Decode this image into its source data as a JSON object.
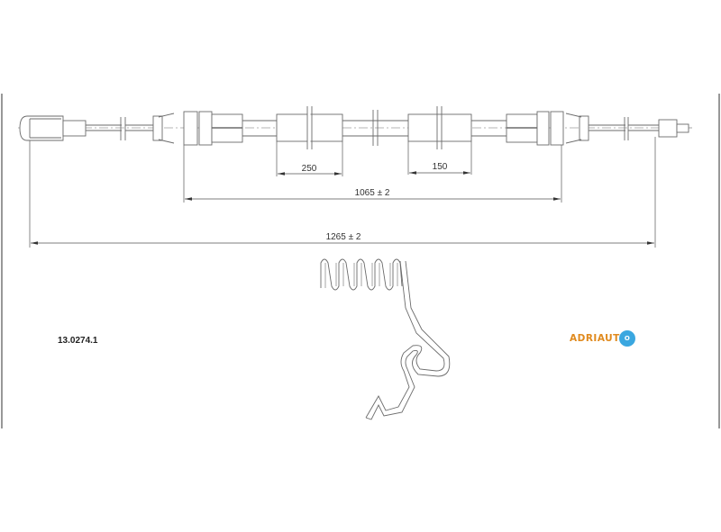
{
  "drawing": {
    "title": "Parking brake cable technical drawing",
    "part_number": "13.0274.1",
    "brand": {
      "name": "ADRIAUTO",
      "text": "ADRIAUT",
      "badge_text": "O",
      "text_color": "#e08a1e",
      "badge_color": "#3aa7e0"
    },
    "line_color": "#6b6b6b",
    "dimensions": {
      "sleeve_left": {
        "label": "250"
      },
      "sleeve_right": {
        "label": "150"
      },
      "outer_casing": {
        "label": "1065 ± 2"
      },
      "total_length": {
        "label": "1265 ± 2"
      }
    },
    "components": [
      {
        "name": "left end fitting",
        "type": "barrel-end"
      },
      {
        "name": "left inner cable"
      },
      {
        "name": "left casing ferrule"
      },
      {
        "name": "protective sleeve 250"
      },
      {
        "name": "protective sleeve 150"
      },
      {
        "name": "right casing ferrule"
      },
      {
        "name": "right inner cable"
      },
      {
        "name": "right end nipple"
      },
      {
        "name": "return spring"
      }
    ]
  }
}
